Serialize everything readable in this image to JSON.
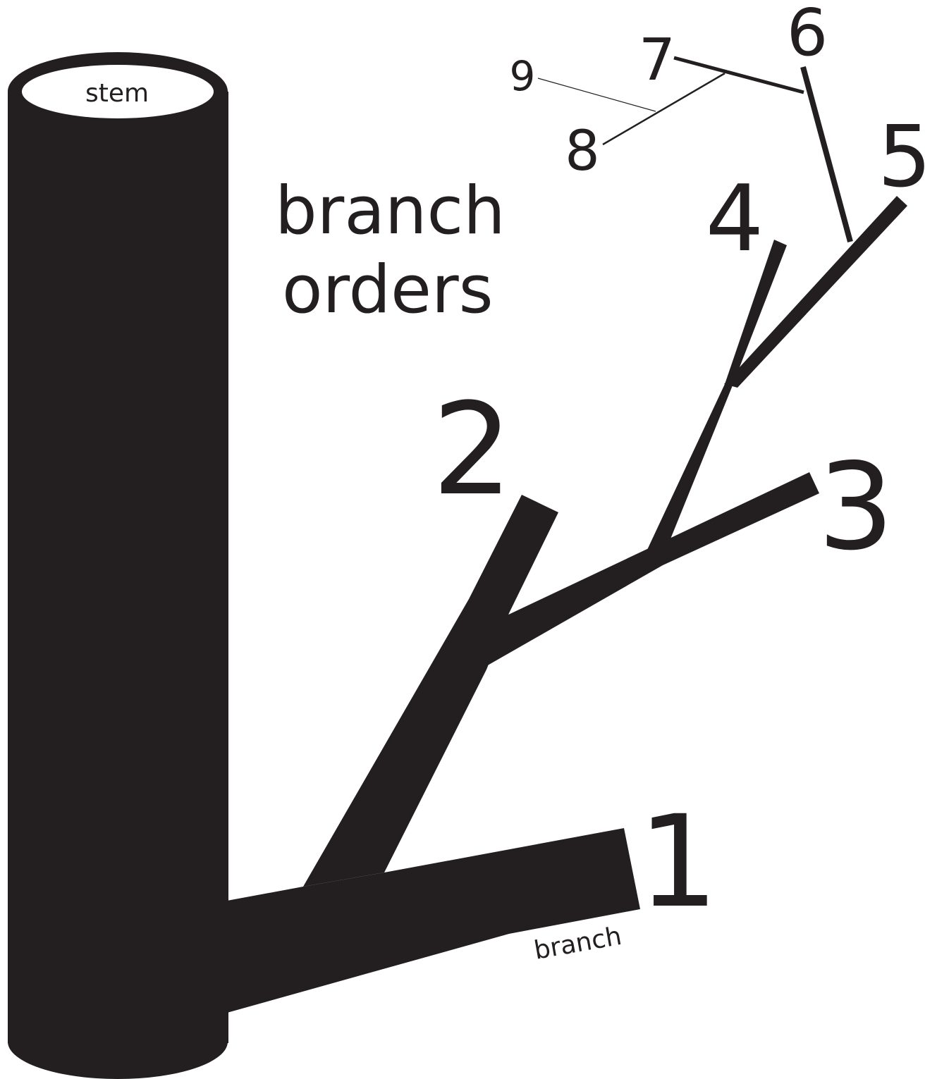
{
  "diagram": {
    "title_line1": "branch",
    "title_line2": "orders",
    "stem_label": "stem",
    "branch_label": "branch",
    "orders": {
      "o1": "1",
      "o2": "2",
      "o3": "3",
      "o4": "4",
      "o5": "5",
      "o6": "6",
      "o7": "7",
      "o8": "8",
      "o9": "9"
    },
    "colors": {
      "ink": "#231f20",
      "background": "#ffffff"
    }
  }
}
